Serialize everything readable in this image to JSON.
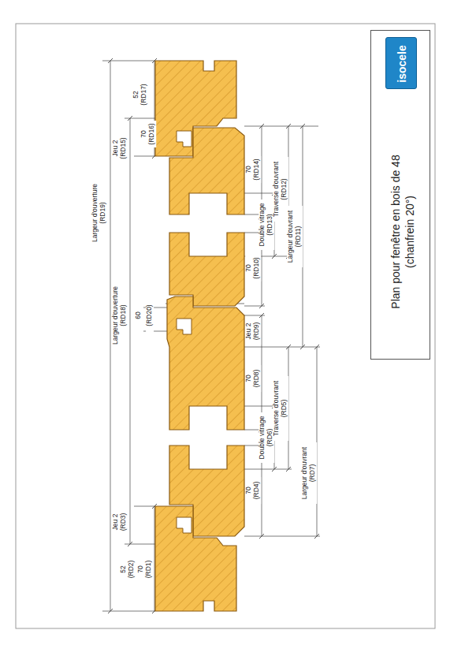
{
  "diagram": {
    "nodes": [
      {
        "text": [
          "Plan pour fenêtre en bois de 48 (chanfrein 20°)"
        ]
      },
      {
        "text": [
          "isocele"
        ],
        "in": 0
      }
    ],
    "labels": [
      "Largeur d'ouverture (RD19)",
      "Largeur d'ouverture (RD18)",
      "60",
      "(RD20)",
      "52 (RD17)",
      "70 (RD16)",
      "Jeu 2 (RD15)",
      "70 (RD14)",
      "Double vitrage (RD13)",
      "Traverse d'ouvrant (RD12)",
      "Largeur d'ouvrant (RD11)",
      "70 (RD10)",
      "Jeu 2 (RD9)",
      "70 (RD8)",
      "Double vitrage (RD6)",
      "Traverse d'ouvrant (RD5)",
      "Largeur d'ouvrant (RD7)",
      "70 (RD4)",
      "Jeu 2 (RD3)",
      "52 (RD2)",
      "70 (RD1)"
    ]
  }
}
